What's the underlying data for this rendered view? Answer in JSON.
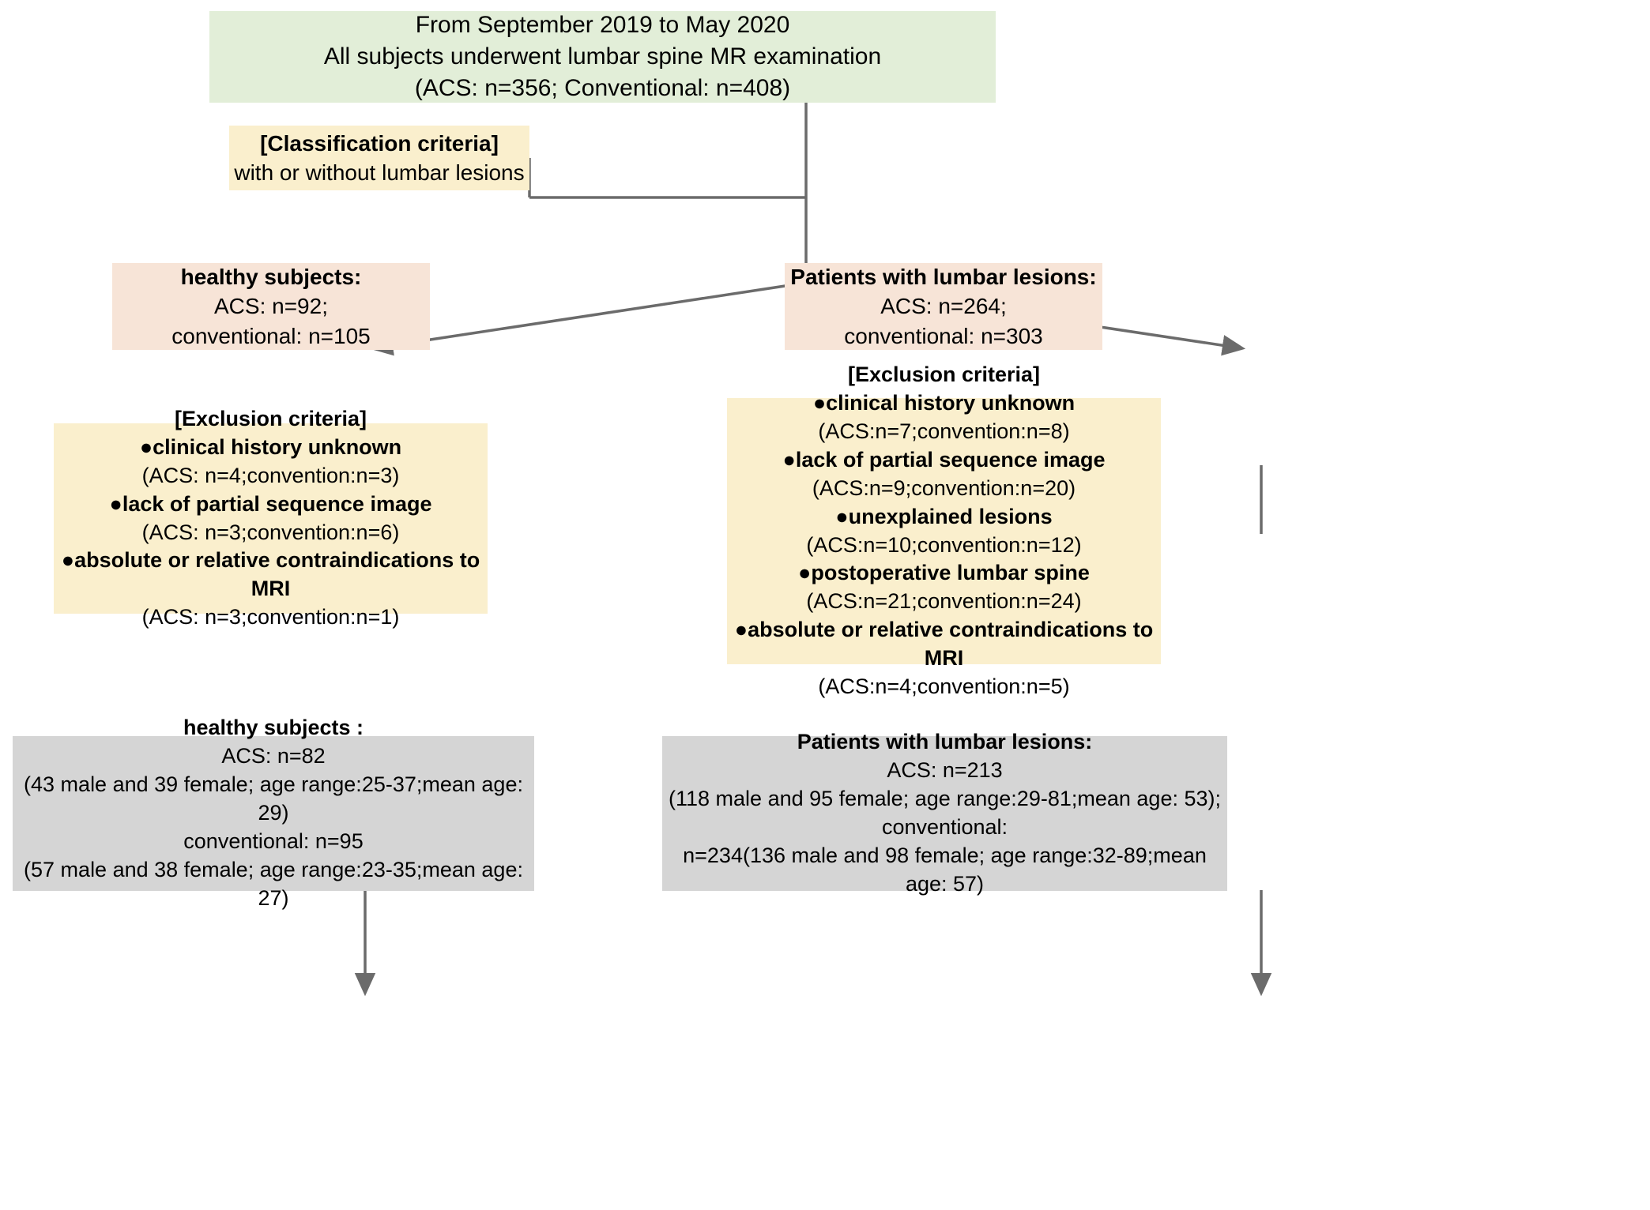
{
  "diagram": {
    "title": "Study population flowchart",
    "colors": {
      "enrollment": "#e2eed8",
      "criteria": "#faefcd",
      "group": "#f7e4d7",
      "result": "#d5d5d5",
      "connector": "#6b6b6b"
    },
    "nodes": {
      "enrollment": {
        "lines": [
          "From September 2019 to May 2020",
          "All subjects underwent lumbar spine MR examination",
          "(ACS: n=356; Conventional: n=408)"
        ]
      },
      "classification": {
        "heading": "[Classification criteria]",
        "lines": [
          "with or without lumbar lesions"
        ]
      },
      "healthy_group": {
        "heading": "healthy subjects:",
        "lines": [
          "ACS: n=92;",
          "conventional: n=105"
        ]
      },
      "patients_group": {
        "heading": "Patients with lumbar lesions:",
        "lines": [
          "ACS: n=264;",
          "conventional: n=303"
        ]
      },
      "exclusion_left": {
        "heading": "[Exclusion criteria]",
        "items": [
          {
            "bullet": "●clinical history unknown",
            "counts": "(ACS: n=4;convention:n=3)"
          },
          {
            "bullet": "●lack of partial sequence image",
            "counts": "(ACS: n=3;convention:n=6)"
          },
          {
            "bullet": "●absolute or relative contraindications to MRI",
            "counts": "(ACS: n=3;convention:n=1)"
          }
        ]
      },
      "exclusion_right": {
        "heading": "[Exclusion criteria]",
        "items": [
          {
            "bullet": "●clinical history unknown",
            "counts": "(ACS:n=7;convention:n=8)"
          },
          {
            "bullet": "●lack of partial sequence image",
            "counts": "(ACS:n=9;convention:n=20)"
          },
          {
            "bullet": "●unexplained lesions",
            "counts": "(ACS:n=10;convention:n=12)"
          },
          {
            "bullet": "●postoperative lumbar spine",
            "counts": "(ACS:n=21;convention:n=24)"
          },
          {
            "bullet": "●absolute or relative contraindications to MRI",
            "counts": "(ACS:n=4;convention:n=5)"
          }
        ]
      },
      "result_left": {
        "heading": "healthy subjects :",
        "lines": [
          "ACS: n=82",
          "(43 male and 39 female; age range:25-37;mean age: 29)",
          "conventional: n=95",
          "(57 male and 38 female; age range:23-35;mean age: 27)"
        ]
      },
      "result_right": {
        "heading": "Patients with lumbar lesions:",
        "lines": [
          "ACS: n=213",
          "(118 male and 95 female; age range:29-81;mean age: 53);",
          "conventional:",
          "n=234(136 male and 98 female; age range:32-89;mean age: 57)"
        ]
      }
    }
  }
}
